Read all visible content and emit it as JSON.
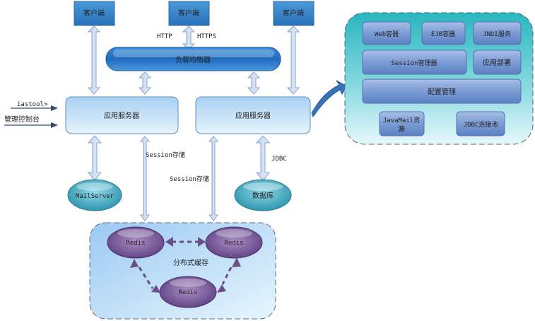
{
  "clients": [
    "客户端",
    "客户端",
    "客户端"
  ],
  "protocols": {
    "left": "HTTP",
    "right": "HTTPS"
  },
  "load_balancer": "负载均衡器",
  "app_servers": [
    "应用服务器",
    "应用服务器"
  ],
  "inputs": [
    "iastool>",
    "管理控制台"
  ],
  "mail_server": "MailServer",
  "database": "数据库",
  "session_labels": [
    "Session存储",
    "Session存储"
  ],
  "jdbc_label": "JDBC",
  "cache": {
    "title": "分布式缓存",
    "nodes": [
      "Redis",
      "Redis",
      "Redis"
    ]
  },
  "server_detail": {
    "web_container": "Web容器",
    "ejb_container": "EJB容器",
    "jndi_service": "JNDI服务",
    "session_manager": "Session管理器",
    "app_deploy": "应用部署",
    "config_manage": "配置管理",
    "javamail_line1": "JavaMail资",
    "javamail_line2": "源",
    "jdbc_pool": "JDBC连接池"
  }
}
